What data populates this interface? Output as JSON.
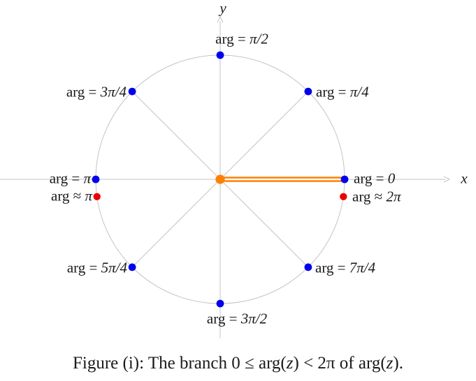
{
  "colors": {
    "dot_blue": "#0000ee",
    "dot_red": "#ee0000",
    "branch_orange": "#ff8000",
    "line_gray": "#c4c4c4",
    "text_black": "#1a1a1a"
  },
  "axes": {
    "x_label": "x",
    "y_label": "y"
  },
  "labels": {
    "pi_over_2": {
      "prefix": "arg = ",
      "math": "π/2"
    },
    "pi_over_4": {
      "prefix": "arg = ",
      "math": "π/4"
    },
    "three_pi_over_4": {
      "prefix": "arg = ",
      "math": "3π/4"
    },
    "pi": {
      "prefix": "arg = ",
      "math": "π"
    },
    "approx_pi": {
      "prefix": "arg ≈ ",
      "math": "π"
    },
    "zero": {
      "prefix": "arg = ",
      "math": "0"
    },
    "approx_two_pi": {
      "prefix": "arg ≈ ",
      "math": "2π"
    },
    "five_pi_over_4": {
      "prefix": "arg = ",
      "math": "5π/4"
    },
    "seven_pi_over_4": {
      "prefix": "arg = ",
      "math": "7π/4"
    },
    "three_pi_over_2": {
      "prefix": "arg = ",
      "math": "3π/2"
    }
  },
  "caption": {
    "part1": "Figure (i): The branch 0 ≤ arg(",
    "z1": "z",
    "part2": ") < 2π of arg(",
    "z2": "z",
    "part3": ")."
  }
}
